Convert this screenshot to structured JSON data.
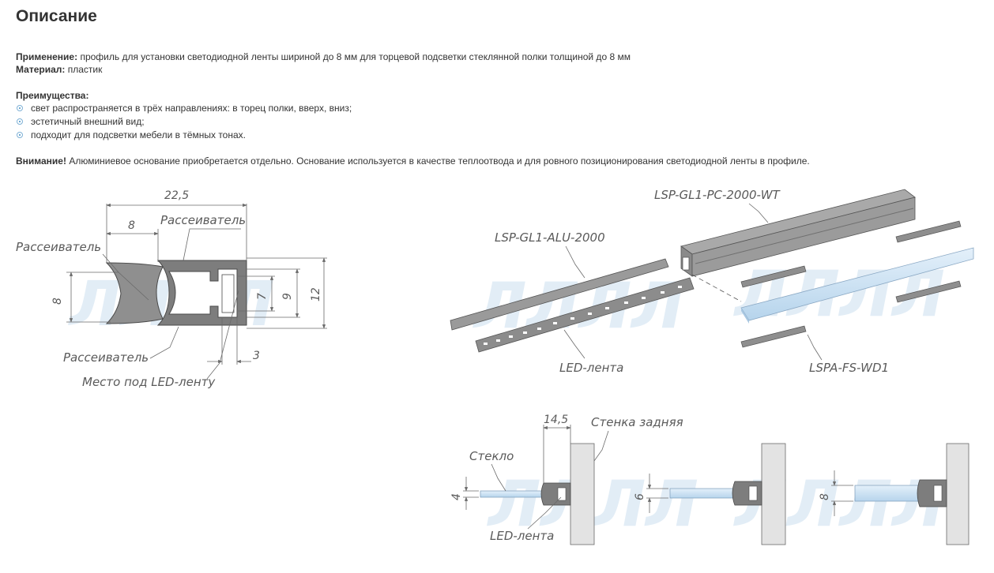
{
  "heading": "Описание",
  "application": {
    "label": "Применение:",
    "text": " профиль для установки светодиодной ленты шириной до 8 мм для торцевой подсветки стеклянной полки толщиной до 8 мм"
  },
  "material": {
    "label": "Материал:",
    "text": " пластик"
  },
  "advantages": {
    "label": "Преимущества:",
    "items": [
      "свет распространяется в трёх направлениях: в торец полки, вверх, вниз;",
      "эстетичный внешний вид;",
      "подходит для подсветки мебели в тёмных тонах."
    ]
  },
  "warning": {
    "label": "Внимание!",
    "text": " Алюминиевое основание приобретается отдельно. Основание используется в качестве теплоотвода и для ровного позиционирования светодиодной ленты в профиле."
  },
  "profile_drawing": {
    "dim_22_5": "22,5",
    "dim_8_top": "8",
    "dim_8_side": "8",
    "dim_7": "7",
    "dim_9": "9",
    "dim_12": "12",
    "dim_3": "3",
    "label_diffuser_top": "Рассеиватель",
    "label_diffuser_left": "Рассеиватель",
    "label_diffuser_bottom": "Рассеиватель",
    "label_led_place": "Место под LED-ленту"
  },
  "assembly_drawing": {
    "label_profile": "LSP-GL1-PC-2000-WT",
    "label_alu": "LSP-GL1-ALU-2000",
    "label_led": "LED-лента",
    "label_holder": "LSPA-FS-WD1"
  },
  "install_drawing": {
    "dim_14_5": "14,5",
    "label_wall": "Стенка задняя",
    "label_glass": "Стекло",
    "label_led": "LED-лента",
    "dim_4": "4",
    "dim_6": "6",
    "dim_8": "8"
  },
  "colors": {
    "accent": "#3b8cc4",
    "drawing_line": "#6a6a6a",
    "profile_fill": "#8a8a8a",
    "glass": "#cfe3f3"
  }
}
